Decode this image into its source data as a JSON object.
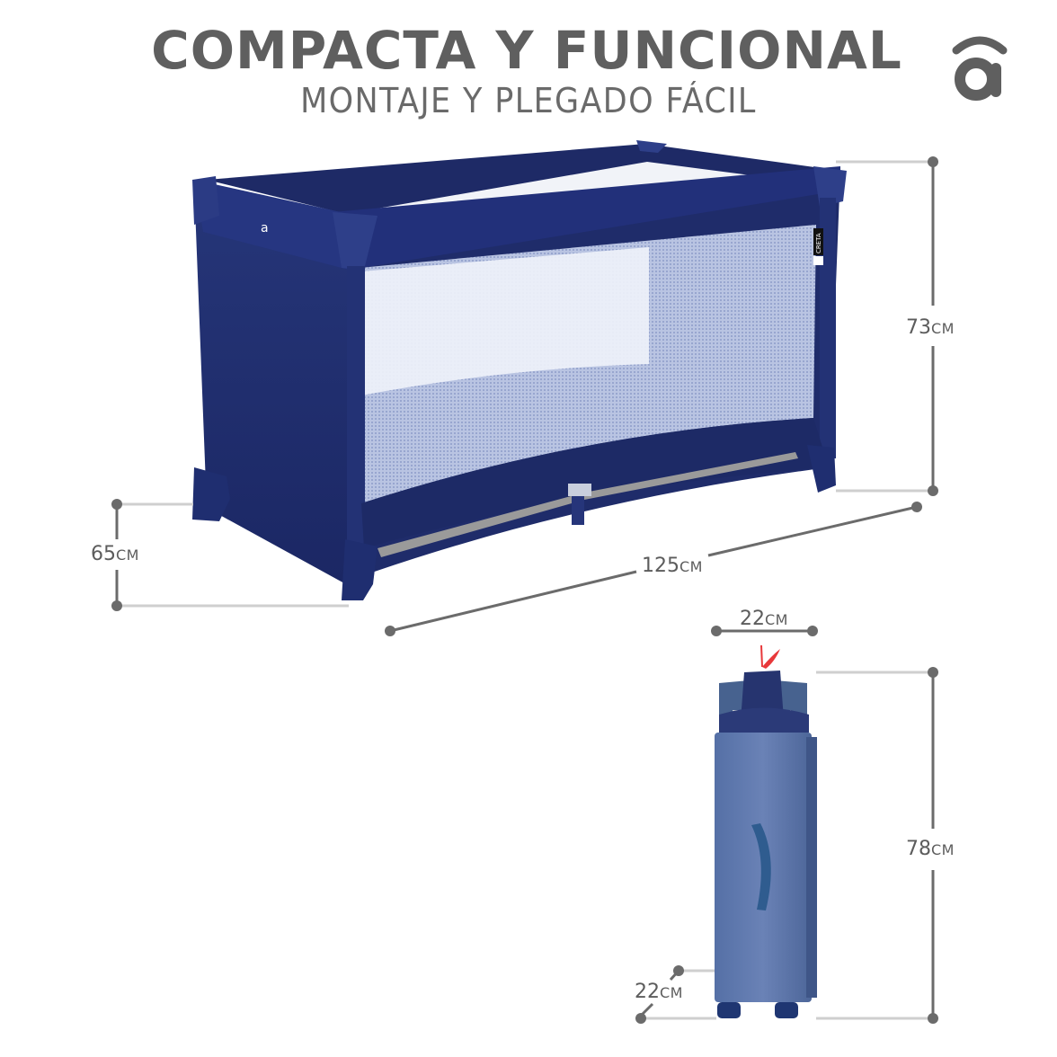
{
  "header": {
    "title": "COMPACTA Y FUNCIONAL",
    "subtitle": "MONTAJE Y PLEGADO FÁCIL"
  },
  "brand": {
    "logo_icon": "brand-a-logo-icon",
    "logo_color": "#5f5f5f",
    "tag_text": "CRETA"
  },
  "colors": {
    "text_gray": "#5f5f5f",
    "dimension_line": "#6b6b6b",
    "extension_line": "#cfcfcf",
    "fabric_navy": "#1f2d6b",
    "mesh_light": "#e6ebf7",
    "folded_blue": "#6079ae",
    "frame_silver": "#9a9a9a",
    "tag_red": "#e8383a"
  },
  "product": {
    "name": "travel cot",
    "state_open": "unfolded",
    "state_closed": "folded"
  },
  "dimensions": {
    "open_height": {
      "value": "73",
      "unit": "CM"
    },
    "open_depth": {
      "value": "65",
      "unit": "CM"
    },
    "open_length": {
      "value": "125",
      "unit": "CM"
    },
    "folded_width": {
      "value": "22",
      "unit": "CM"
    },
    "folded_height": {
      "value": "78",
      "unit": "CM"
    },
    "folded_depth": {
      "value": "22",
      "unit": "CM"
    }
  }
}
